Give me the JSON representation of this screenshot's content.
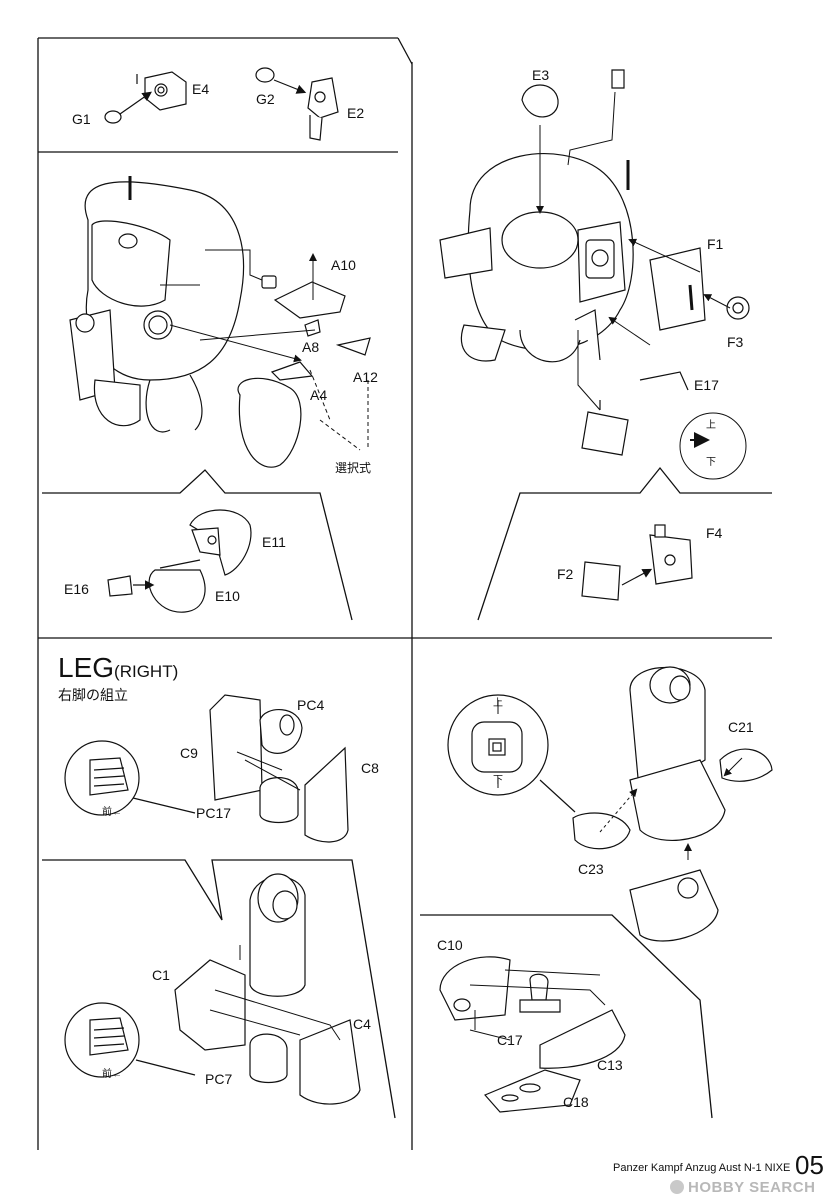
{
  "parts": {
    "e4": "E4",
    "g1": "G1",
    "g2": "G2",
    "e2": "E2",
    "a10": "A10",
    "a8": "A8",
    "a12": "A12",
    "a4": "A4",
    "option_note": "選択式",
    "e11": "E11",
    "e16": "E16",
    "e10": "E10",
    "e3": "E3",
    "f1": "F1",
    "f3": "F3",
    "e17": "E17",
    "f4": "F4",
    "f2": "F2",
    "pc4": "PC4",
    "c9": "C9",
    "c8": "C8",
    "pc17": "PC17",
    "c1": "C1",
    "c4": "C4",
    "pc7": "PC7",
    "c21": "C21",
    "c23": "C23",
    "c10": "C10",
    "c17": "C17",
    "c13": "C13",
    "c18": "C18"
  },
  "section": {
    "title": "LEG",
    "subtitle": "(RIGHT)",
    "japanese": "右脚の組立"
  },
  "hints": {
    "front_top": "前←",
    "front_bottom": "前←",
    "up_small_1": "上",
    "down_small_1": "下",
    "up_small_2": "上",
    "down_small_2": "下"
  },
  "footer": {
    "product": "Panzer Kampf Anzug Aust N-1 NIXE",
    "page": "05",
    "watermark": "HOBBY SEARCH"
  }
}
